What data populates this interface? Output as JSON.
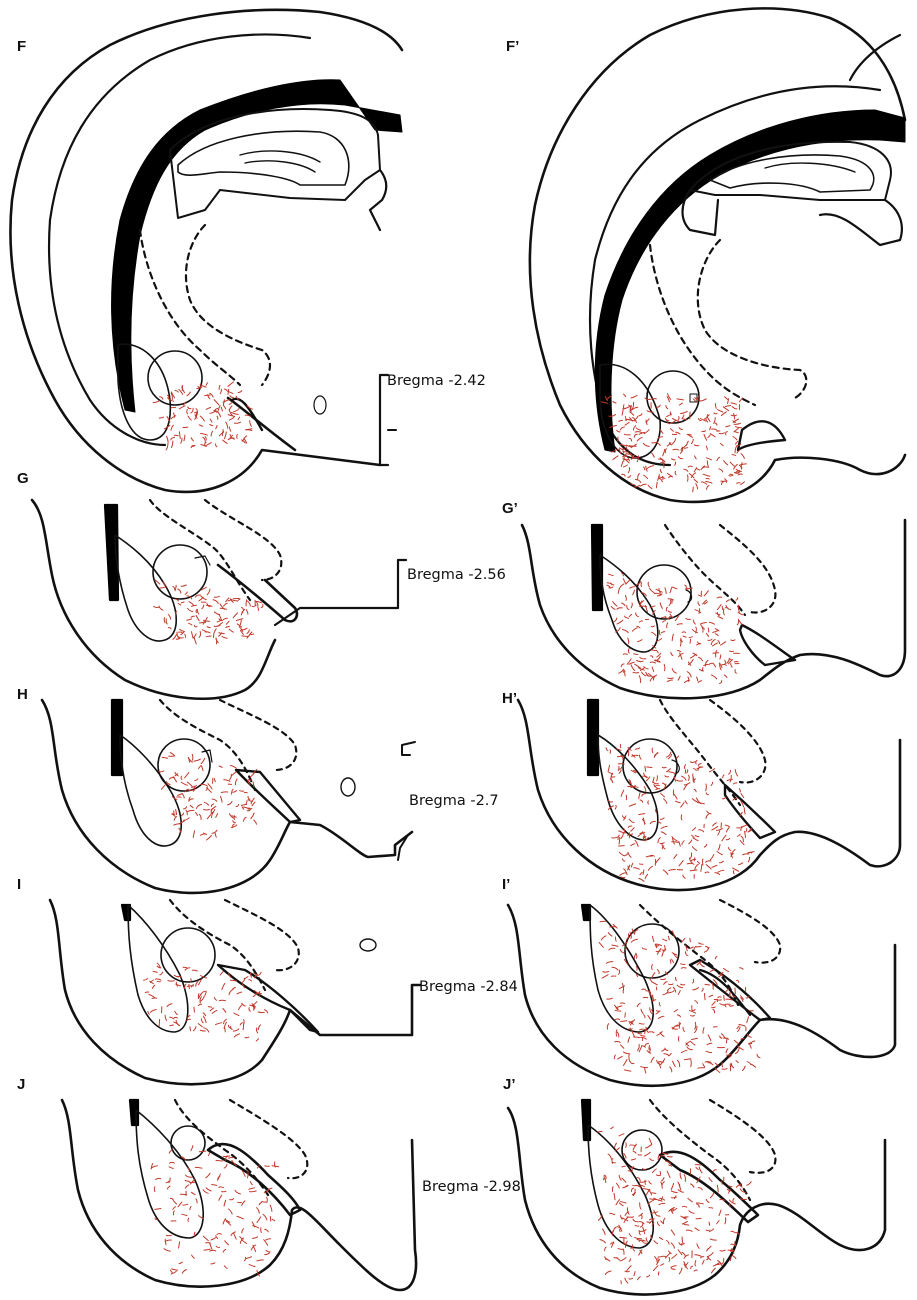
{
  "panels": [
    {
      "left": "F",
      "right": "F’",
      "bregma": "Bregma -2.42"
    },
    {
      "left": "G",
      "right": "G’",
      "bregma": "Bregma -2.56"
    },
    {
      "left": "H",
      "right": "H’",
      "bregma": "Bregma -2.7"
    },
    {
      "left": "I",
      "right": "I’",
      "bregma": "Bregma -2.84"
    },
    {
      "left": "J",
      "right": "J’",
      "bregma": "Bregma -2.98"
    }
  ],
  "colors": {
    "outline": "#111111",
    "fill_black": "#000000",
    "label_cells": "#c0392b"
  }
}
